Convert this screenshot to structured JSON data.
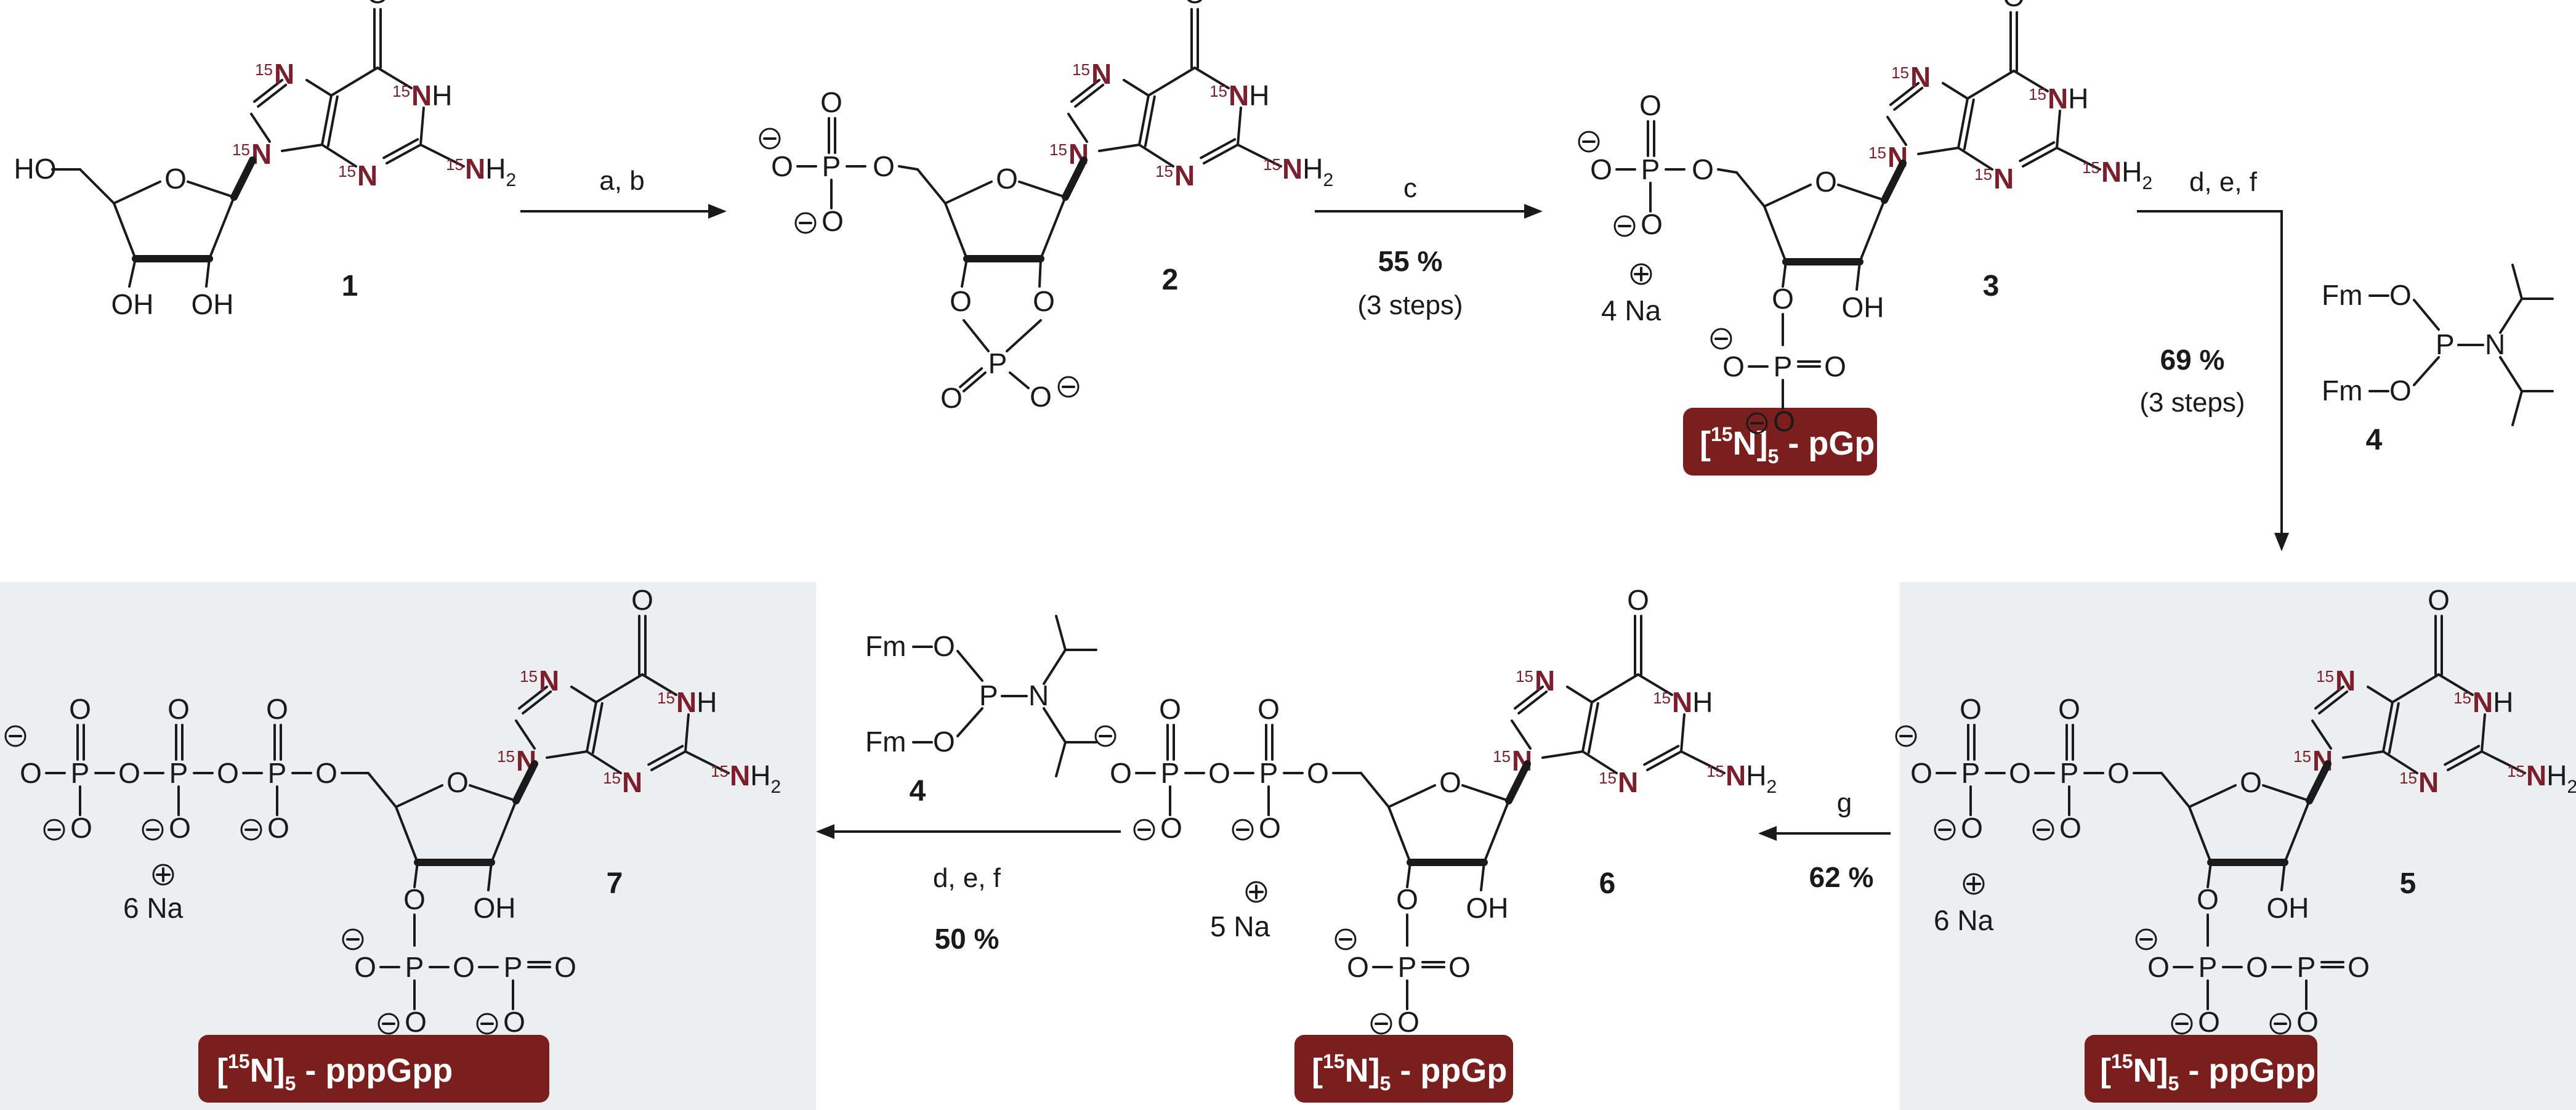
{
  "compounds": {
    "c1": {
      "number": "1"
    },
    "c2": {
      "number": "2"
    },
    "c3": {
      "number": "3",
      "counterion": "4 Na",
      "badge_prefix": "[",
      "badge_iso": "15",
      "badge_core": "N]",
      "badge_count": "5",
      "badge_name": " - pGp"
    },
    "c4": {
      "number": "4",
      "labels": [
        "Fm",
        "O",
        "P",
        "N"
      ]
    },
    "c5": {
      "number": "5",
      "counterion": "6 Na",
      "badge_prefix": "[",
      "badge_iso": "15",
      "badge_core": "N]",
      "badge_count": "5",
      "badge_name": " - ppGpp"
    },
    "c6": {
      "number": "6",
      "counterion": "5 Na",
      "badge_prefix": "[",
      "badge_iso": "15",
      "badge_core": "N]",
      "badge_count": "5",
      "badge_name": " - ppGp"
    },
    "c7": {
      "number": "7",
      "counterion": "6 Na",
      "badge_prefix": "[",
      "badge_iso": "15",
      "badge_core": "N]",
      "badge_count": "5",
      "badge_name": " - pppGpp"
    }
  },
  "steps": {
    "s1": {
      "conditions": "a, b"
    },
    "s2": {
      "conditions": "c",
      "yield": "55 %",
      "note": "(3 steps)"
    },
    "s3": {
      "conditions": "d, e, f",
      "yield": "69 %",
      "note": "(3 steps)"
    },
    "s4": {
      "conditions": "g",
      "yield": "62 %"
    },
    "s5": {
      "conditions": "d, e, f",
      "yield": "50 %"
    }
  },
  "atoms": {
    "HO": "HO",
    "OH": "OH",
    "O": "O",
    "P": "P",
    "N": "N",
    "NH": "NH",
    "NH2": "NH",
    "two": "2",
    "iso": "15",
    "Fm": "Fm"
  },
  "colors": {
    "isotope": "#7a1f2b",
    "badge": "#7a1f1d",
    "panel": "#eceeef"
  }
}
